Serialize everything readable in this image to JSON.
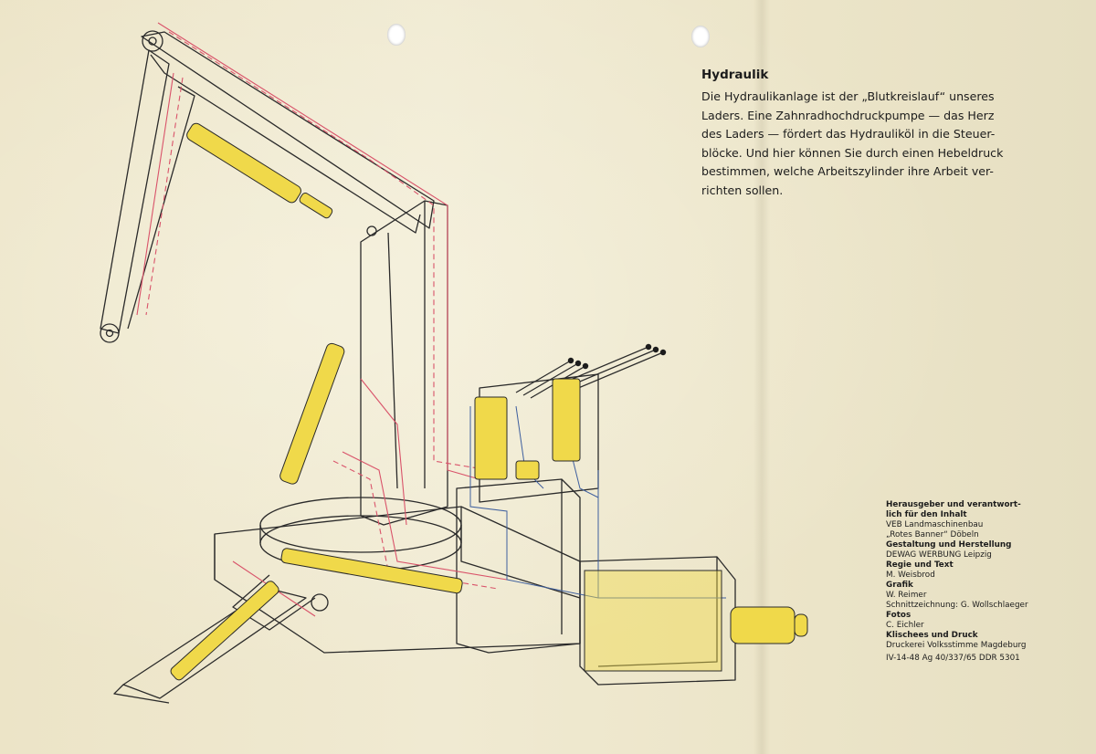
{
  "hydraulik": {
    "title": "Hydraulik",
    "lines": [
      "Die Hydraulikanlage ist der „Blutkreislauf“ unseres",
      "Laders. Eine Zahnradhochdruckpumpe — das Herz",
      "des Laders — fördert das Hydrauliköl in die Steuer-",
      "blöcke. Und hier können Sie durch einen Hebeldruck",
      "bestimmen, welche Arbeitszylinder ihre Arbeit ver-",
      "richten sollen."
    ]
  },
  "imprint": {
    "publisher_heading": [
      "Herausgeber und verantwort-",
      "lich für den Inhalt"
    ],
    "publisher": [
      "VEB Landmaschinenbau",
      "„Rotes Banner“ Döbeln"
    ],
    "design_heading": "Gestaltung und Herstellung",
    "design": "DEWAG WERBUNG Leipzig",
    "direction_heading": "Regie und Text",
    "direction": "M. Weisbrod",
    "graphics_heading": "Grafik",
    "graphics": [
      "W. Reimer",
      "Schnittzeichnung: G. Wollschlaeger"
    ],
    "photos_heading": "Fotos",
    "photos": "C. Eichler",
    "print_heading": "Klischees und Druck",
    "print": "Druckerei Volksstimme Magdeburg",
    "code": "IV-14-48 Ag 40/337/65 DDR 5301"
  },
  "colors": {
    "paper": "#efe9cf",
    "cylinder_yellow": "#f0d94a",
    "line_red": "#d9536a",
    "line_blue": "#3e5f9e",
    "outline": "#2a2a2a"
  }
}
